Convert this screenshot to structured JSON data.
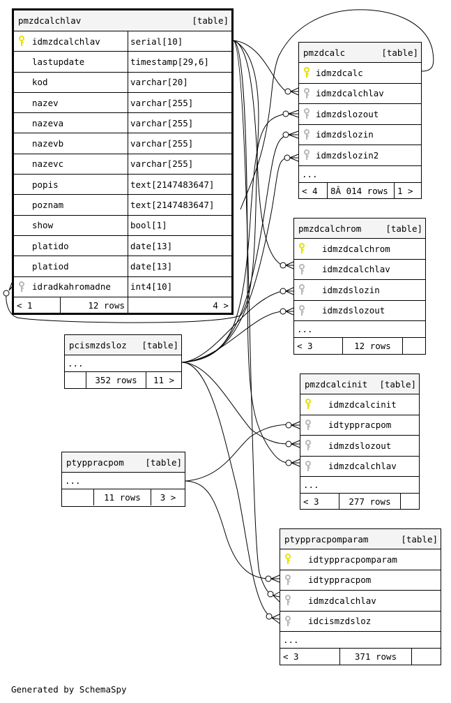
{
  "footer_text": "Generated by SchemaSpy",
  "colors": {
    "primary_key": "#e8e000",
    "foreign_key": "#b8b8b8",
    "header_bg": "#f4f4f4"
  },
  "tables": {
    "pmzdcalchlav": {
      "name": "pmzdcalchlav",
      "type": "[table]",
      "columns": [
        {
          "name": "idmzdcalchlav",
          "type": "serial[10]",
          "key": "primary-key-icon"
        },
        {
          "name": "lastupdate",
          "type": "timestamp[29,6]",
          "key": ""
        },
        {
          "name": "kod",
          "type": "varchar[20]",
          "key": ""
        },
        {
          "name": "nazev",
          "type": "varchar[255]",
          "key": ""
        },
        {
          "name": "nazeva",
          "type": "varchar[255]",
          "key": ""
        },
        {
          "name": "nazevb",
          "type": "varchar[255]",
          "key": ""
        },
        {
          "name": "nazevc",
          "type": "varchar[255]",
          "key": ""
        },
        {
          "name": "popis",
          "type": "text[2147483647]",
          "key": ""
        },
        {
          "name": "poznam",
          "type": "text[2147483647]",
          "key": ""
        },
        {
          "name": "show",
          "type": "bool[1]",
          "key": ""
        },
        {
          "name": "platido",
          "type": "date[13]",
          "key": ""
        },
        {
          "name": "platiod",
          "type": "date[13]",
          "key": ""
        },
        {
          "name": "idradkahromadne",
          "type": "int4[10]",
          "key": "foreign-key-icon"
        }
      ],
      "footer": {
        "parents": "< 1",
        "rows": "12 rows",
        "children": "4 >"
      }
    },
    "pmzdcalc": {
      "name": "pmzdcalc",
      "type": "[table]",
      "columns": [
        {
          "name": "idmzdcalc",
          "key": "primary-key-icon"
        },
        {
          "name": "idmzdcalchlav",
          "key": "foreign-key-icon"
        },
        {
          "name": "idmzdslozout",
          "key": "foreign-key-icon"
        },
        {
          "name": "idmzdslozin",
          "key": "foreign-key-icon"
        },
        {
          "name": "idmzdslozin2",
          "key": "foreign-key-icon"
        }
      ],
      "more": "...",
      "footer": {
        "parents": "< 4",
        "rows": "8Â 014 rows",
        "children": "1 >"
      }
    },
    "pmzdcalchrom": {
      "name": "pmzdcalchrom",
      "type": "[table]",
      "columns": [
        {
          "name": "idmzdcalchrom",
          "key": "primary-key-icon"
        },
        {
          "name": "idmzdcalchlav",
          "key": "foreign-key-icon"
        },
        {
          "name": "idmzdslozin",
          "key": "foreign-key-icon"
        },
        {
          "name": "idmzdslozout",
          "key": "foreign-key-icon"
        }
      ],
      "more": "...",
      "footer": {
        "parents": "< 3",
        "rows": "12 rows",
        "children": ""
      }
    },
    "pmzdcalcinit": {
      "name": "pmzdcalcinit",
      "type": "[table]",
      "columns": [
        {
          "name": "idmzdcalcinit",
          "key": "primary-key-icon"
        },
        {
          "name": "idtyppracpom",
          "key": "foreign-key-icon"
        },
        {
          "name": "idmzdslozout",
          "key": "foreign-key-icon"
        },
        {
          "name": "idmzdcalchlav",
          "key": "foreign-key-icon"
        }
      ],
      "more": "...",
      "footer": {
        "parents": "< 3",
        "rows": "277 rows",
        "children": ""
      }
    },
    "ptyppracpomparam": {
      "name": "ptyppracpomparam",
      "type": "[table]",
      "columns": [
        {
          "name": "idtyppracpomparam",
          "key": "primary-key-icon"
        },
        {
          "name": "idtyppracpom",
          "key": "foreign-key-icon"
        },
        {
          "name": "idmzdcalchlav",
          "key": "foreign-key-icon"
        },
        {
          "name": "idcismzdsloz",
          "key": "foreign-key-icon"
        }
      ],
      "more": "...",
      "footer": {
        "parents": "< 3",
        "rows": "371 rows",
        "children": ""
      }
    },
    "pcismzdsloz": {
      "name": "pcismzdsloz",
      "type": "[table]",
      "more": "...",
      "footer": {
        "parents": "",
        "rows": "352 rows",
        "children": "11 >"
      }
    },
    "ptyppracpom": {
      "name": "ptyppracpom",
      "type": "[table]",
      "more": "...",
      "footer": {
        "parents": "",
        "rows": "11 rows",
        "children": "3 >"
      }
    }
  }
}
